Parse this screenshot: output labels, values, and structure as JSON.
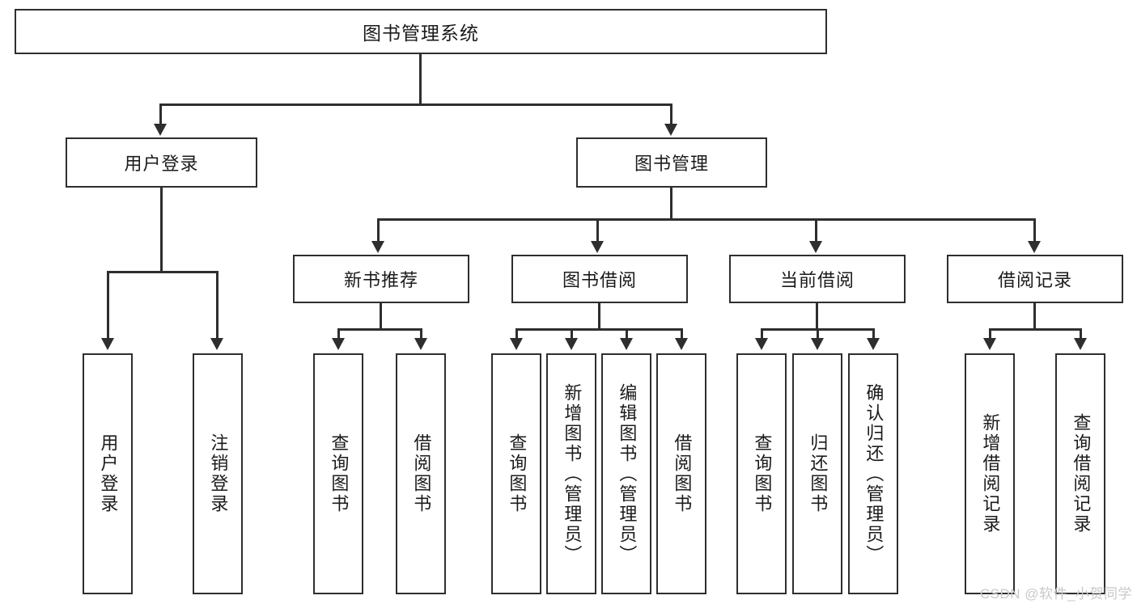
{
  "diagram": {
    "title": "图书管理系统",
    "watermark": "CSDN @软件_小贺同学",
    "line_color": "#2e2e2e",
    "box_fill": "#ffffff",
    "text_color": "#1b1b1b",
    "watermark_color": "#c9c9c9"
  },
  "nodes": {
    "root": {
      "label": "图书管理系统"
    },
    "level2": [
      {
        "label": "用户登录"
      },
      {
        "label": "图书管理"
      }
    ],
    "level3": [
      {
        "label": "新书推荐"
      },
      {
        "label": "图书借阅"
      },
      {
        "label": "当前借阅"
      },
      {
        "label": "借阅记录"
      }
    ],
    "leaves": {
      "user_login": [
        {
          "label": "用户登录"
        },
        {
          "label": "注销登录"
        }
      ],
      "new_book_recommend": [
        {
          "label": "查询图书"
        },
        {
          "label": "借阅图书"
        }
      ],
      "book_borrow": [
        {
          "label": "查询图书"
        },
        {
          "label": "新增图书（管理员）"
        },
        {
          "label": "编辑图书（管理员）"
        },
        {
          "label": "借阅图书"
        }
      ],
      "current_borrow": [
        {
          "label": "查询图书"
        },
        {
          "label": "归还图书"
        },
        {
          "label": "确认归还（管理员）"
        }
      ],
      "borrow_record": [
        {
          "label": "新增借阅记录"
        },
        {
          "label": "查询借阅记录"
        }
      ]
    }
  }
}
